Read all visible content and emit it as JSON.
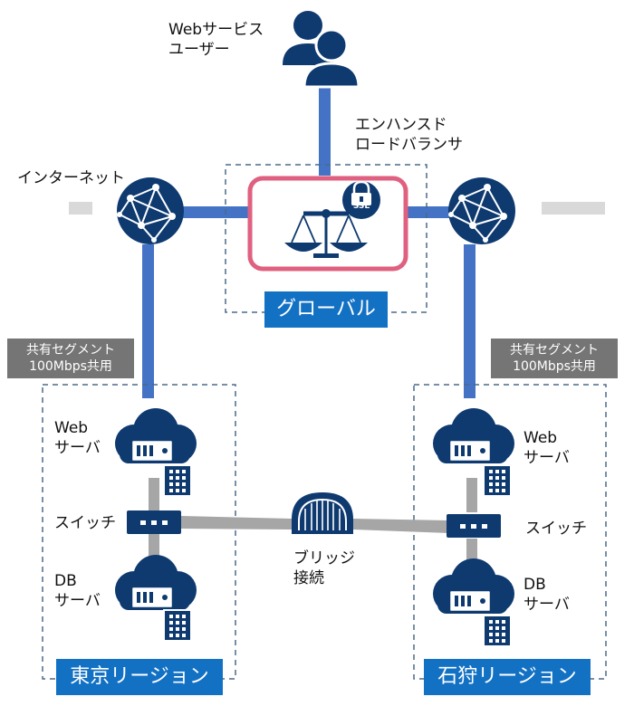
{
  "users": {
    "line1": "Webサービス",
    "line2": "ユーザー"
  },
  "load_balancer": {
    "line1": "エンハンスド",
    "line2": "ロードバランサ",
    "ssl": "SSL"
  },
  "internet": {
    "label": "インターネット"
  },
  "global": {
    "label": "グローバル"
  },
  "segment": {
    "line1": "共有セグメント",
    "line2": "100Mbps共用"
  },
  "tokyo": {
    "region_label": "東京リージョン",
    "web_line1": "Web",
    "web_line2": "サーバ",
    "switch": "スイッチ",
    "db_line1": "DB",
    "db_line2": "サーバ"
  },
  "ishikari": {
    "region_label": "石狩リージョン",
    "web_line1": "Web",
    "web_line2": "サーバ",
    "switch": "スイッチ",
    "db_line1": "DB",
    "db_line2": "サーバ"
  },
  "bridge": {
    "line1": "ブリッジ",
    "line2": "接続"
  },
  "colors": {
    "navy": "#0e3a70",
    "blue_link": "#4472c4",
    "gray_link": "#a6a6a6",
    "lb_border": "#e06080",
    "region_blue": "#1371c4"
  }
}
